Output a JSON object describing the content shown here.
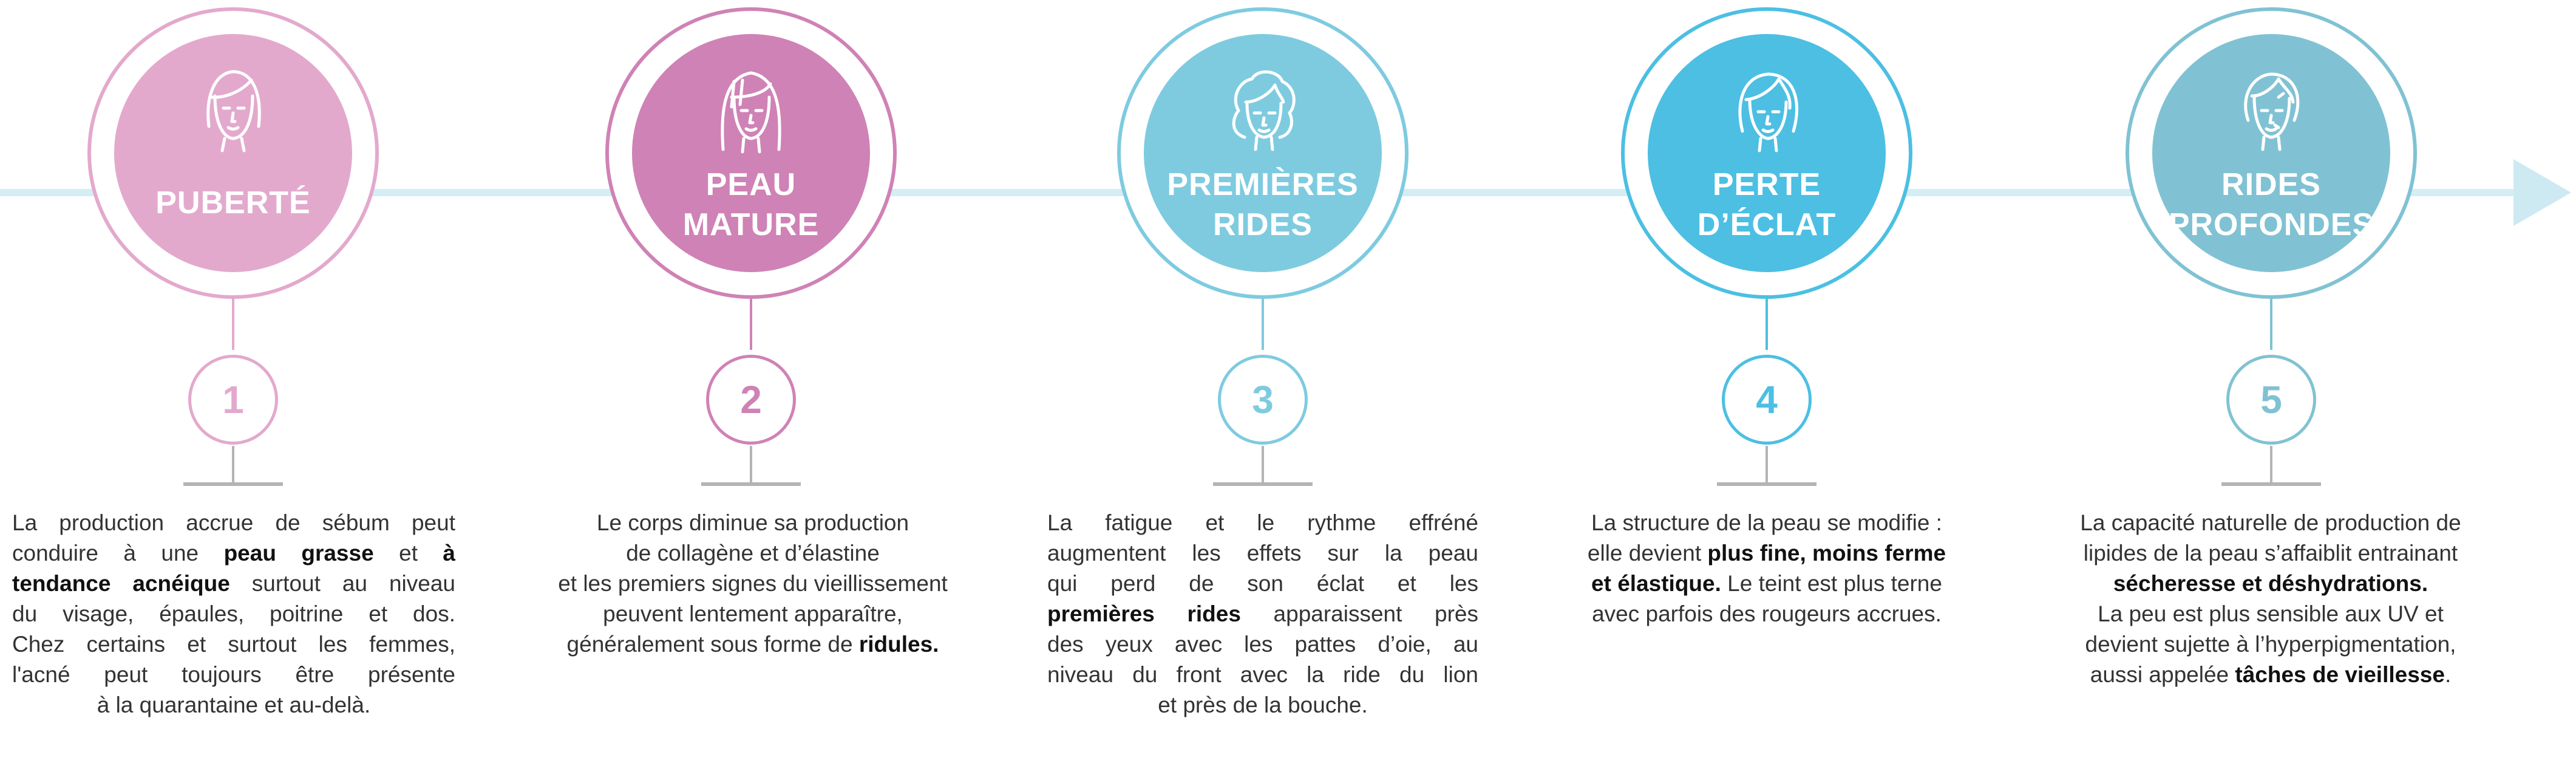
{
  "colors": {
    "step1": "#e3a9cd",
    "step2": "#cf82b5",
    "step3": "#7ecbe0",
    "step4": "#4cbfe3",
    "step5": "#80c2d3",
    "timeline": "#d4eef5",
    "text": "#333333"
  },
  "steps": [
    {
      "number": "1",
      "icon": "woman-face-bangs-icon",
      "title_lines": [
        "PUBERTÉ"
      ],
      "description_lines": [
        [
          {
            "t": "La production accrue de sébum peut"
          }
        ],
        [
          {
            "t": "conduire à une "
          },
          {
            "t": "peau grasse",
            "b": true
          },
          {
            "t": " et "
          },
          {
            "t": "à",
            "b": true
          }
        ],
        [
          {
            "t": "tendance acnéique",
            "b": true
          },
          {
            "t": " surtout au niveau"
          }
        ],
        [
          {
            "t": "du visage, épaules, poitrine et dos."
          }
        ],
        [
          {
            "t": "Chez certains et surtout les femmes,"
          }
        ],
        [
          {
            "t": "l'acné peut toujours être présente"
          }
        ],
        [
          {
            "t": "à la quarantaine et au-delà."
          }
        ]
      ]
    },
    {
      "number": "2",
      "icon": "woman-face-long-hair-icon",
      "title_lines": [
        "PEAU",
        "MATURE"
      ],
      "description_lines": [
        [
          {
            "t": "Le corps diminue sa production"
          }
        ],
        [
          {
            "t": "de collagène et d’élastine"
          }
        ],
        [
          {
            "t": "et les premiers signes du vieillissement"
          }
        ],
        [
          {
            "t": "peuvent lentement apparaître,"
          }
        ],
        [
          {
            "t": "généralement sous forme de "
          },
          {
            "t": "ridules.",
            "b": true
          }
        ]
      ]
    },
    {
      "number": "3",
      "icon": "woman-face-wavy-hair-icon",
      "title_lines": [
        "PREMIÈRES",
        "RIDES"
      ],
      "description_lines": [
        [
          {
            "t": "La fatigue et le rythme effréné"
          }
        ],
        [
          {
            "t": "augmentent les effets sur la peau"
          }
        ],
        [
          {
            "t": "qui perd de son éclat et les"
          }
        ],
        [
          {
            "t": "premières rides",
            "b": true
          },
          {
            "t": " apparaissent près"
          }
        ],
        [
          {
            "t": "des yeux avec les pattes d’oie, au"
          }
        ],
        [
          {
            "t": "niveau du front avec la ride du lion"
          }
        ],
        [
          {
            "t": "et près de la bouche."
          }
        ]
      ]
    },
    {
      "number": "4",
      "icon": "woman-face-bob-icon",
      "title_lines": [
        "PERTE",
        "D’ÉCLAT"
      ],
      "description_lines": [
        [
          {
            "t": "La structure de la peau se modifie :"
          }
        ],
        [
          {
            "t": "elle devient "
          },
          {
            "t": "plus fine, moins ferme",
            "b": true
          }
        ],
        [
          {
            "t": "et élastique.",
            "b": true
          },
          {
            "t": " Le teint est plus terne"
          }
        ],
        [
          {
            "t": "avec parfois des rougeurs accrues."
          }
        ]
      ]
    },
    {
      "number": "5",
      "icon": "woman-face-short-hair-icon",
      "title_lines": [
        "RIDES",
        "PROFONDES"
      ],
      "description_lines": [
        [
          {
            "t": "La capacité naturelle de production de"
          }
        ],
        [
          {
            "t": "lipides de la peau s’affaiblit entrainant"
          }
        ],
        [
          {
            "t": "sécheresse et déshydrations.",
            "b": true
          }
        ],
        [
          {
            "t": "La peu est plus sensible aux UV et"
          }
        ],
        [
          {
            "t": "devient sujette à l’hyperpigmentation,"
          }
        ],
        [
          {
            "t": "aussi appelée "
          },
          {
            "t": "tâches de vieillesse",
            "b": true
          },
          {
            "t": "."
          }
        ]
      ]
    }
  ]
}
